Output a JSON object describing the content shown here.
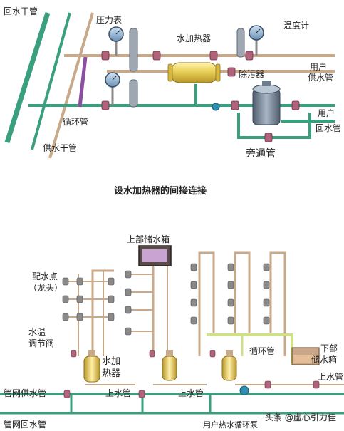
{
  "top_diagram": {
    "labels": {
      "return_main": "回水干管",
      "pressure_gauge": "压力表",
      "water_heater": "水加热器",
      "thermometer": "温度计",
      "user_supply_1": "用户",
      "user_supply_2": "供水管",
      "dirt_separator": "除污器",
      "circulation_pipe": "循环管",
      "user_return_1": "用户",
      "user_return_2": "回水管",
      "supply_main": "供水干管",
      "bypass_pipe": "旁通管"
    },
    "caption": "设水加热器的间接连接"
  },
  "bottom_diagram": {
    "labels": {
      "upper_tank": "上部储水箱",
      "water_points_1": "配水点",
      "water_points_2": "（龙头）",
      "temp_valve_1": "水温",
      "temp_valve_2": "调节阀",
      "heater_1": "水加",
      "heater_2": "热器",
      "inlet_pipe_a": "上水管",
      "inlet_pipe_b": "上水管",
      "circulation_pipe": "循环管",
      "lower_tank_1": "下部",
      "lower_tank_2": "储水箱",
      "inlet_pipe_c": "上水管",
      "net_supply": "管网供水管",
      "net_return": "管网回水管",
      "pump": "用户热水循环泵"
    }
  },
  "watermark": "头条 @虚心引力佳",
  "colors": {
    "pipe_green": "#3a9f7f",
    "pipe_tan": "#c8a98a",
    "pipe_lavender": "#b796c8",
    "pipe_purple": "#8a4fa0",
    "heater_yellow": "#e8cf55",
    "tank_gray": "#7e8ea0",
    "yellow_green_pipe": "#cfe08a",
    "faucet_gray": "#8a8a8a"
  }
}
